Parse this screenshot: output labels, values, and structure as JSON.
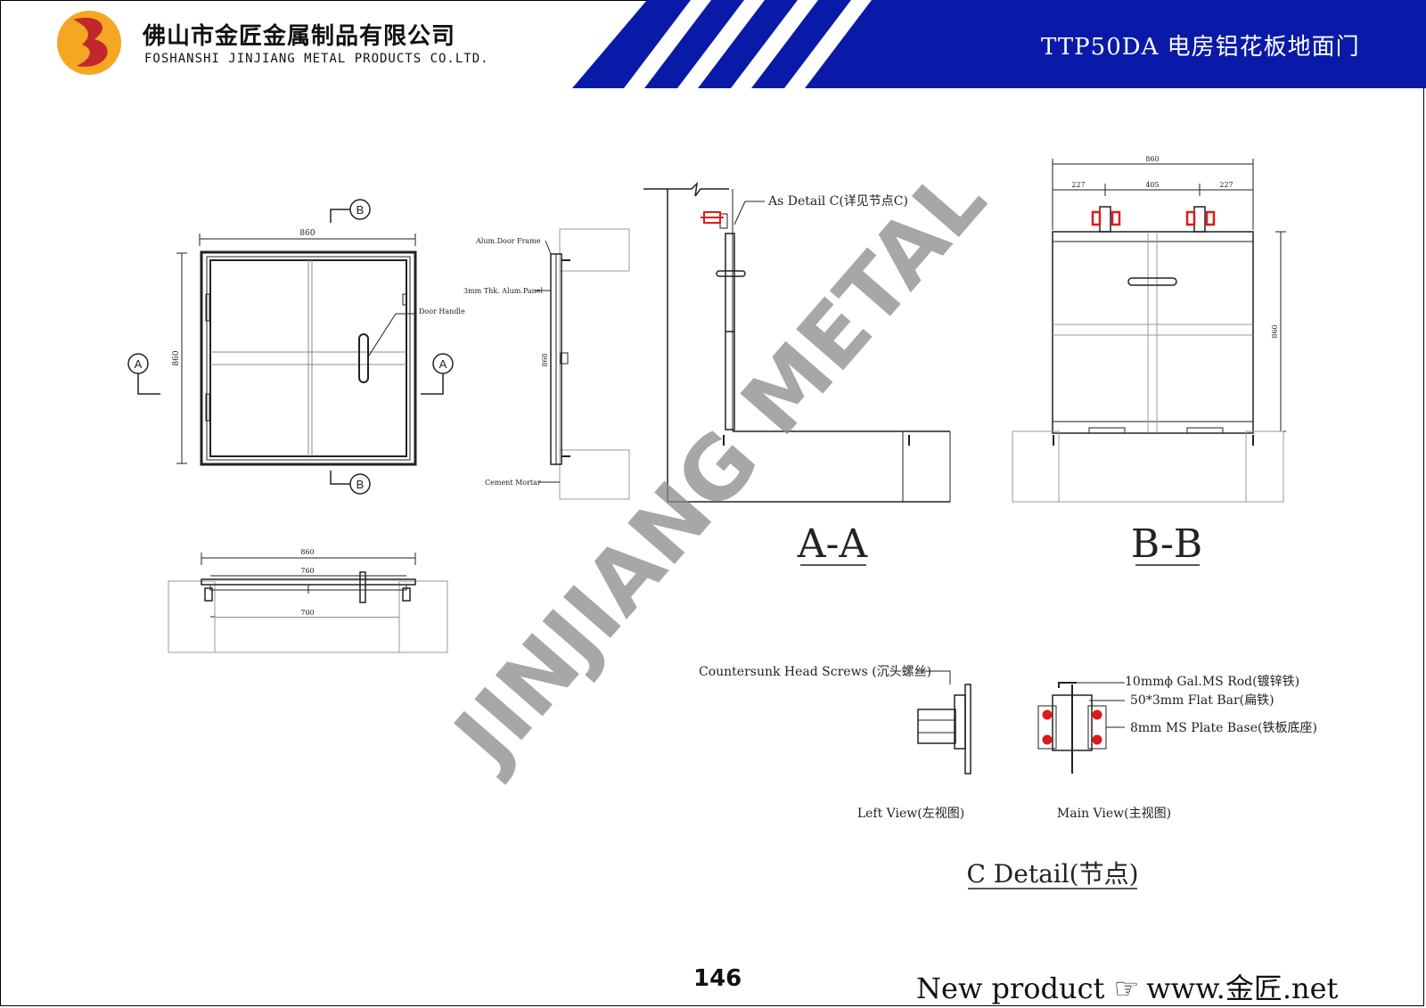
{
  "header": {
    "company_cn": "佛山市金匠金属制品有限公司",
    "company_en": "FOSHANSHI JINJIANG METAL PRODUCTS CO.LTD.",
    "product_title": "TTP50DA  电房铝花板地面门",
    "band_color": "#0a1aa8",
    "logo_colors": [
      "#f5a623",
      "#c1272d"
    ]
  },
  "watermark": "JINJIANG METAL",
  "plan_view": {
    "top_dim": "860",
    "side_dim": "860",
    "handle_label": "Door Handle",
    "section_a": "A",
    "section_b": "B"
  },
  "bottom_view": {
    "dims": [
      "860",
      "760",
      "700"
    ]
  },
  "side_section": {
    "labels": [
      "Alum.Door Frame",
      "3mm Thk. Alum.Panel",
      "Cement Mortar"
    ],
    "dim": "860"
  },
  "section_aa": {
    "callout": "As Detail C(详见节点C)",
    "caption": "A-A"
  },
  "section_bb": {
    "dims_top": [
      "860",
      "227",
      "405",
      "227"
    ],
    "dim_side": "860",
    "caption": "B-B",
    "accent_color": "#e0191b"
  },
  "detail_c": {
    "screws_label": "Countersunk Head Screws (沉头螺丝)",
    "rod_label": "10mmϕ  Gal.MS Rod(镀锌铁)",
    "flatbar_label": "50*3mm Flat Bar(扁铁)",
    "plate_label": "8mm MS Plate Base(铁板底座)",
    "left_view": "Left View(左视图)",
    "main_view": "Main View(主视图)",
    "caption": "C Detail(节点)"
  },
  "footer": {
    "page_number": "146",
    "new_product": "New product ☞",
    "website": "www.金匠.net"
  }
}
